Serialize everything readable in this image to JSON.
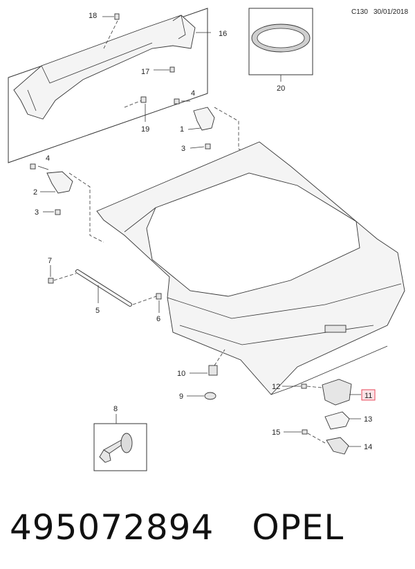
{
  "header": {
    "code": "C130",
    "date": "30/01/2018"
  },
  "callouts": {
    "c1": "1",
    "c2": "2",
    "c3a": "3",
    "c3b": "3",
    "c4a": "4",
    "c4b": "4",
    "c5": "5",
    "c6": "6",
    "c7": "7",
    "c8": "8",
    "c9": "9",
    "c10": "10",
    "c11": "11",
    "c12": "12",
    "c13": "13",
    "c14": "14",
    "c15": "15",
    "c16": "16",
    "c17": "17",
    "c18": "18",
    "c19": "19",
    "c20": "20"
  },
  "highlight_color": "#e8475a",
  "footer": {
    "part_number": "495072894",
    "brand": "OPEL"
  }
}
